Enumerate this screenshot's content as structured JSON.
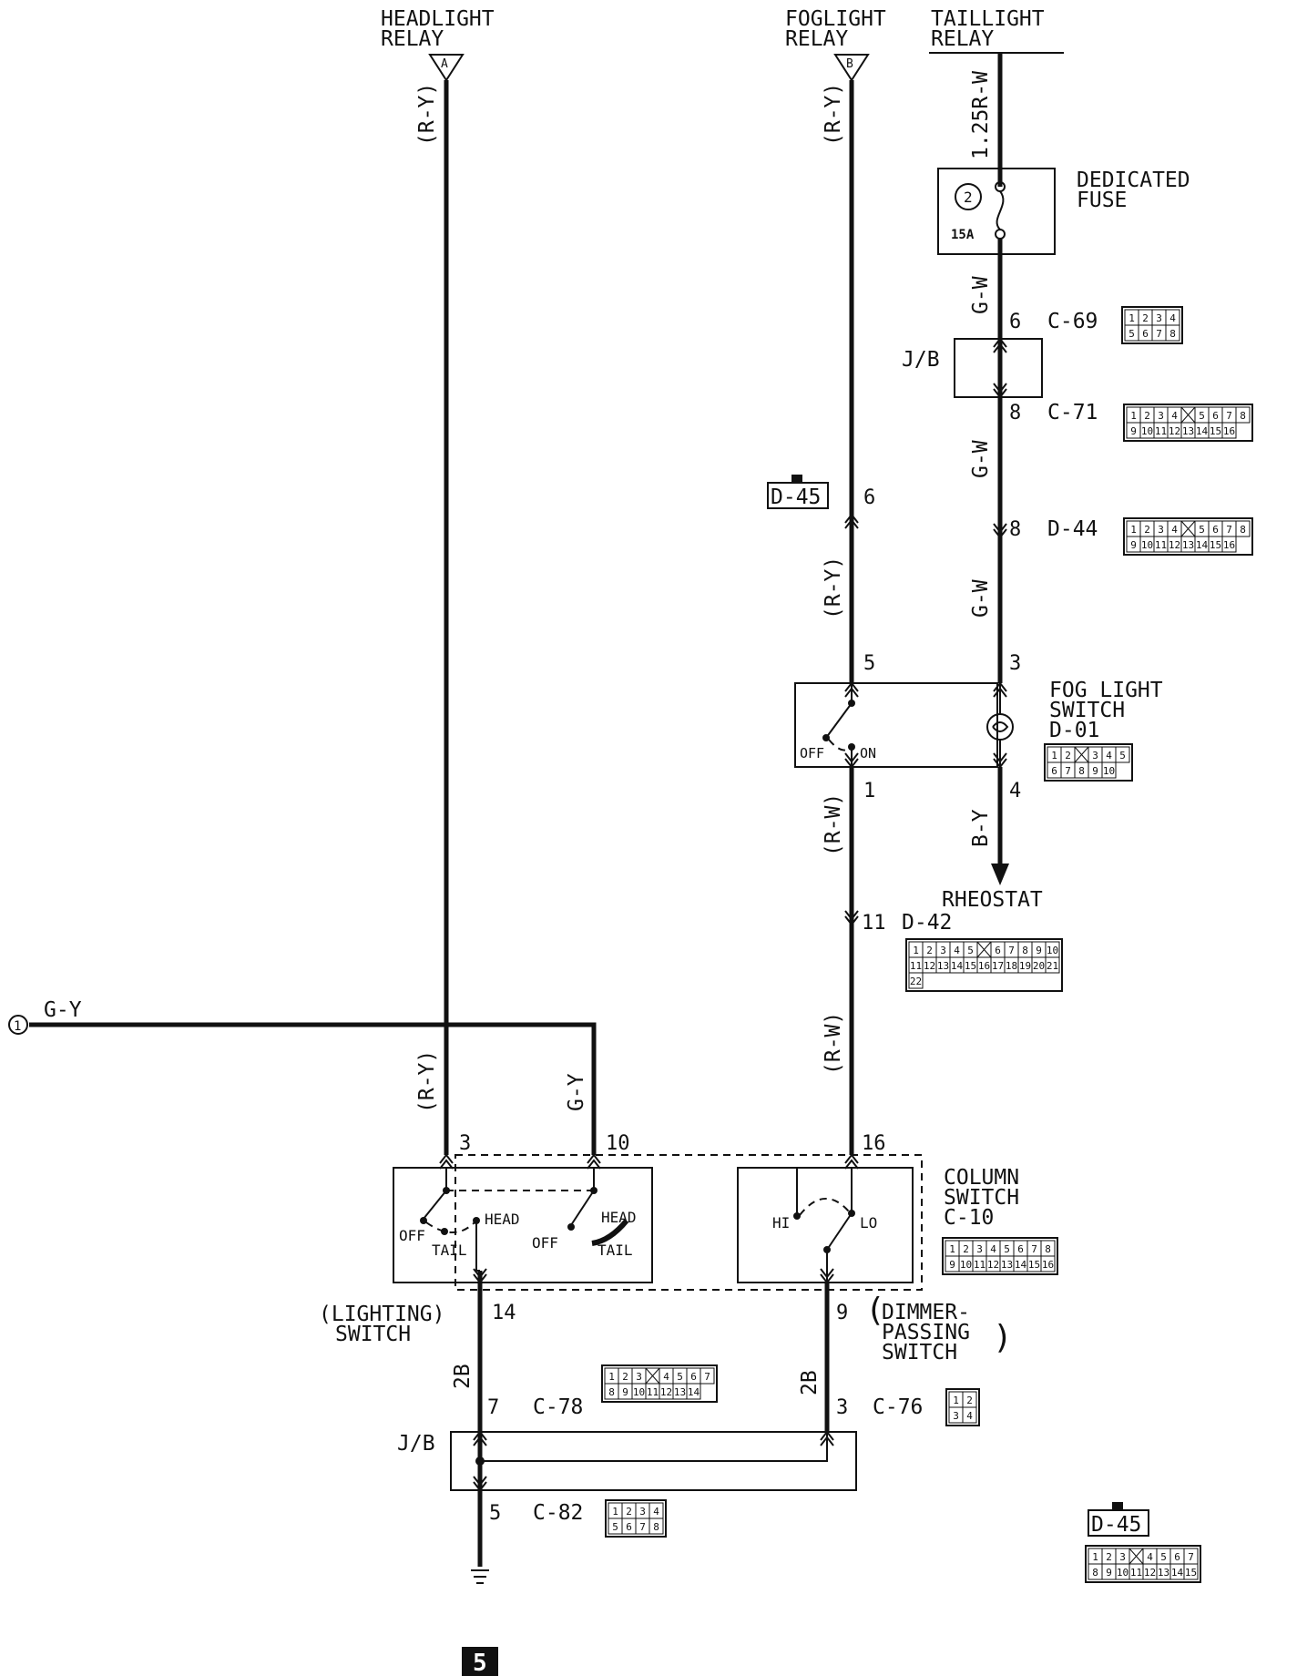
{
  "relays": {
    "headlight": [
      "HEADLIGHT",
      "RELAY"
    ],
    "headlight_tag": "A",
    "foglight": [
      "FOGLIGHT",
      "RELAY"
    ],
    "foglight_tag": "B",
    "taillight": [
      "TAILLIGHT",
      "RELAY"
    ]
  },
  "wire_colors": {
    "ry": "(R-Y)",
    "rw": "(R-W)",
    "gw": "G-W",
    "gy": "G-Y",
    "by": "B-Y",
    "tail_main": "1.25R-W",
    "ground": "2B"
  },
  "fuse": {
    "label": [
      "DEDICATED",
      "FUSE"
    ],
    "number": "2",
    "rating": "15A"
  },
  "junction_block": "J/B",
  "connectors": {
    "c69": {
      "id": "C-69",
      "pin": "6",
      "cells": [
        "1",
        "2",
        "3",
        "4",
        "5",
        "6",
        "7",
        "8"
      ]
    },
    "c71": {
      "id": "C-71",
      "pin": "8",
      "cells": [
        "1",
        "2",
        "3",
        "4",
        "",
        "5",
        "6",
        "7",
        "8",
        "9",
        "10",
        "11",
        "12",
        "13",
        "14",
        "15",
        "16"
      ]
    },
    "d45_ref": {
      "id": "D-45",
      "pin": "6"
    },
    "d44": {
      "id": "D-44",
      "pin": "8",
      "cells": [
        "1",
        "2",
        "3",
        "4",
        "",
        "5",
        "6",
        "7",
        "8",
        "9",
        "10",
        "11",
        "12",
        "13",
        "14",
        "15",
        "16"
      ]
    },
    "d01": {
      "id": "D-01",
      "cells": [
        "1",
        "2",
        "",
        "3",
        "4",
        "5",
        "6",
        "7",
        "8",
        "9",
        "10"
      ]
    },
    "d42": {
      "id": "D-42",
      "pin": "11",
      "cells": [
        "1",
        "2",
        "3",
        "4",
        "5",
        "",
        "6",
        "7",
        "8",
        "9",
        "10",
        "11",
        "12",
        "13",
        "14",
        "15",
        "16",
        "17",
        "18",
        "19",
        "20",
        "21",
        "22"
      ]
    },
    "c10": {
      "id": "C-10",
      "cells": [
        "1",
        "2",
        "3",
        "4",
        "5",
        "6",
        "7",
        "8",
        "9",
        "10",
        "11",
        "12",
        "13",
        "14",
        "15",
        "16"
      ]
    },
    "c78": {
      "id": "C-78",
      "pin": "7",
      "cells": [
        "1",
        "2",
        "3",
        "",
        "4",
        "5",
        "6",
        "7",
        "8",
        "9",
        "10",
        "11",
        "12",
        "13",
        "14"
      ]
    },
    "c76": {
      "id": "C-76",
      "pin": "3",
      "cells": [
        "1",
        "2",
        "3",
        "4"
      ]
    },
    "c82": {
      "id": "C-82",
      "pin": "5",
      "cells": [
        "1",
        "2",
        "3",
        "4",
        "5",
        "6",
        "7",
        "8"
      ]
    },
    "d45": {
      "id": "D-45",
      "cells": [
        "1",
        "2",
        "3",
        "",
        "4",
        "5",
        "6",
        "7",
        "8",
        "9",
        "10",
        "11",
        "12",
        "13",
        "14",
        "15"
      ]
    }
  },
  "fog_switch": {
    "label": [
      "FOG LIGHT",
      "SWITCH"
    ],
    "off": "OFF",
    "on": "ON",
    "pins": {
      "in_fog": "5",
      "in_tail": "3",
      "out_fog": "1",
      "out_tail": "4"
    }
  },
  "rheostat": "RHEOSTAT",
  "lighting_switch": {
    "label": [
      "(LIGHTING)",
      "SWITCH"
    ],
    "off": "OFF",
    "tail": "TAIL",
    "head": "HEAD",
    "pins": {
      "head": "3",
      "tail": "10",
      "ground": "14"
    }
  },
  "column_switch": {
    "label": [
      "COLUMN",
      "SWITCH"
    ],
    "pin": "16"
  },
  "dimmer_switch": {
    "label": [
      "DIMMER-",
      "PASSING",
      "SWITCH"
    ],
    "hi": "HI",
    "lo": "LO",
    "pin": "9"
  },
  "connector_ref": "1",
  "ground_ref": "5"
}
